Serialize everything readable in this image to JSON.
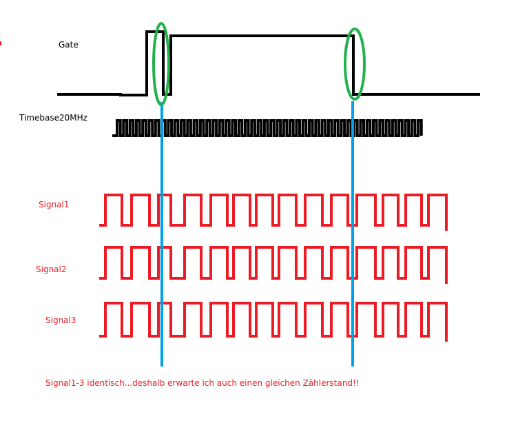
{
  "labels": {
    "gate": "Gate",
    "timebase": "Timebase20MHz",
    "signal1": "Signal1",
    "signal2": "Signal2",
    "signal3": "Signal3"
  },
  "caption": "Signal1-3 identisch...deshalb erwarte ich auch einen gleichen Zählerstand!!",
  "colors": {
    "gate": "#000000",
    "timebase": "#000000",
    "signal": "#ed1c24",
    "marker_line": "#00a2e8",
    "ellipse": "#22b14c"
  }
}
